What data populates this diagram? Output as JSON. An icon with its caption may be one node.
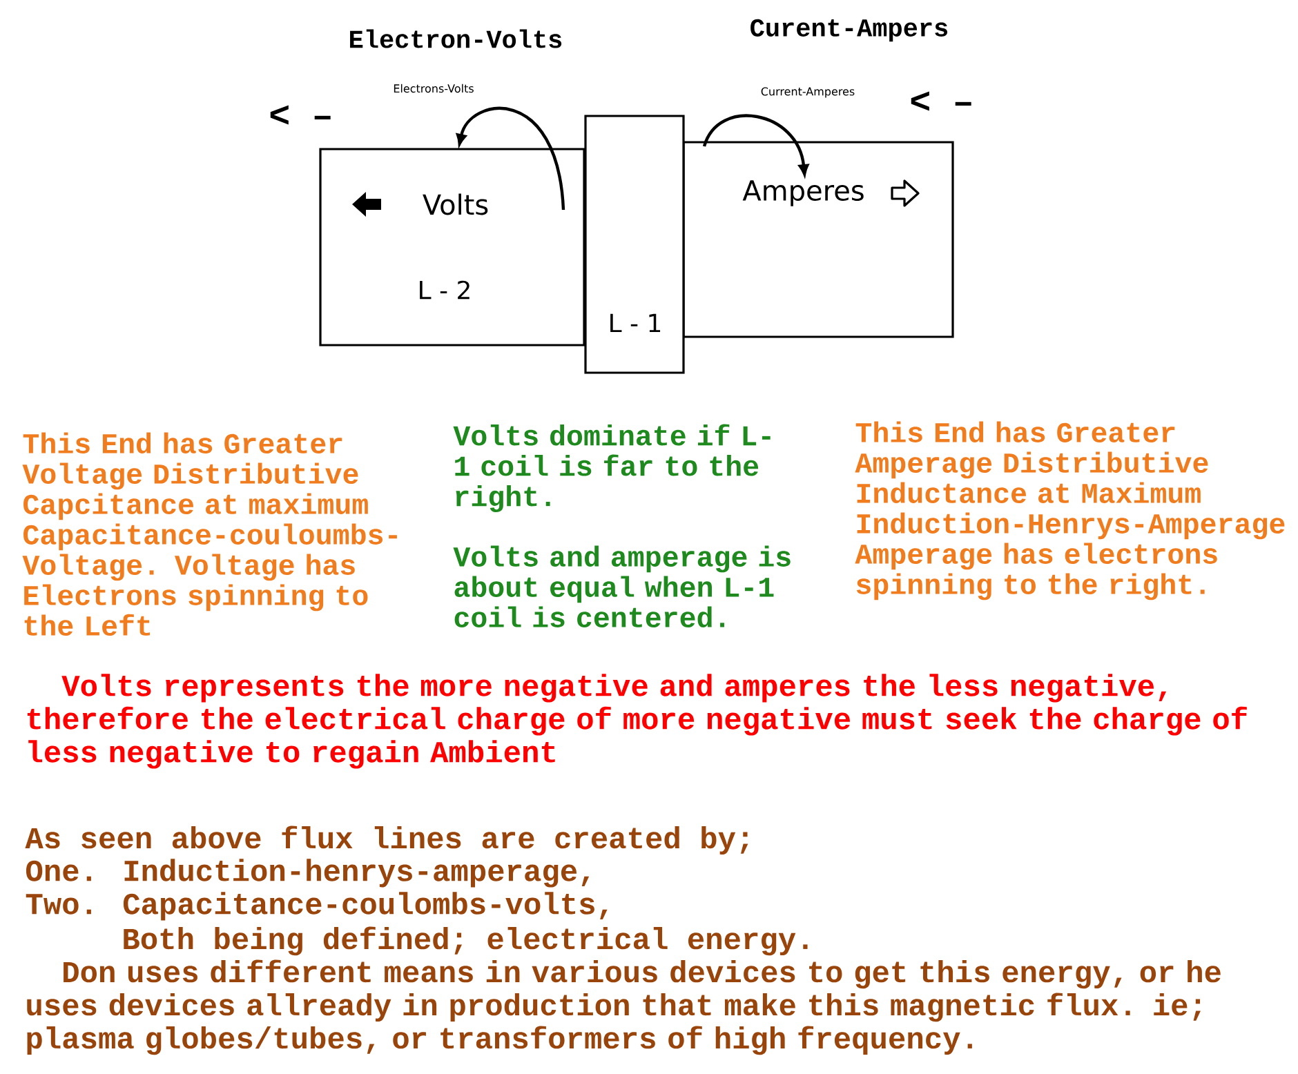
{
  "diagram": {
    "nodes": [
      {
        "text": [
          "Volts",
          "L - 2"
        ]
      },
      {
        "text": [
          "L - 1"
        ]
      },
      {
        "text": [
          "Amperes"
        ]
      }
    ],
    "labels": [
      "Electron-Volts",
      "Curent-Ampers",
      "< –",
      "Electrons-Volts",
      "Current-Amperes",
      "< –",
      "This End has Greater Voltage Distributive Capcitance at maximum Capacitance-couloumbs-Voltage. Voltage has Electrons spinning to the Left",
      "Volts dominate if L-1 coil is far to the right.",
      "This End has Greater Amperage Distributive Inductance at Maximum Induction-Henrys-Amperage Amperage has electrons spinning to the right.",
      "Volts and amperage is about equal when L-1 coil is centered.",
      "Volts represents the more negative and amperes the less negative, therefore the electrical charge of more negative must seek the charge of less negative to regain Ambient",
      "As seen above flux lines are created by;",
      "One. Induction-henrys-amperage,",
      "Two. Capacitance-coulombs-volts,",
      "Both being defined; electrical energy.",
      "Don uses different means in various devices to get this energy, or he uses devices allready in production that make this magnetic flux. ie; plasma globes/tubes, or transformers of high frequency."
    ]
  }
}
